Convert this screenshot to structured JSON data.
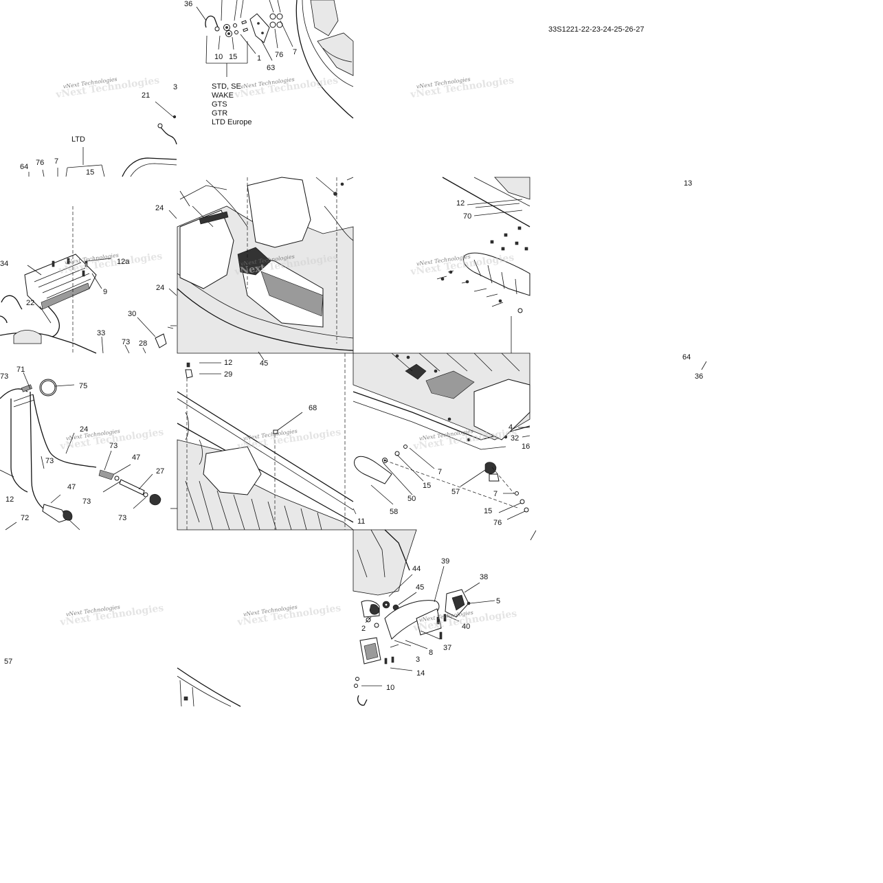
{
  "drawing_ref": "33S1221-22-23-24-25-26-27",
  "variant_notes": {
    "top_group": [
      "STD, SE",
      "WAKE",
      "GTS",
      "GTR",
      "LTD Europe"
    ],
    "ltd": "LTD"
  },
  "watermark": "vNext Technologies",
  "callouts": {
    "c36a": "36",
    "c10": "10",
    "c15a": "15",
    "c1": "1",
    "c63": "63",
    "c76a": "76",
    "c7a": "7",
    "c21": "21",
    "c3a": "3",
    "c64a": "64",
    "c76b": "76",
    "c7b": "7",
    "c15b": "15",
    "c13": "13",
    "c12a": "12",
    "c70": "70",
    "c24a": "24",
    "c34": "34",
    "c12b": "12a",
    "c9": "9",
    "c22": "22",
    "c24b": "24",
    "c30": "30",
    "c33": "33",
    "c73a": "73",
    "c28": "28",
    "c45a": "45",
    "c64b": "64",
    "c36b": "36",
    "c73b": "73",
    "c71": "71",
    "c75": "75",
    "c24c": "24",
    "c73c": "73",
    "c47a": "47",
    "c27": "27",
    "c73d": "73",
    "c47b": "47",
    "c73e": "73",
    "c73f": "73",
    "c12c": "12",
    "c72": "72",
    "c12d": "12",
    "c29": "29",
    "c68": "68",
    "c11": "11",
    "c4": "4",
    "c32": "32",
    "c16": "16",
    "c7c": "7",
    "c15c": "15",
    "c57a": "57",
    "c50": "50",
    "c58": "58",
    "c7d": "7",
    "c15d": "15",
    "c76c": "76",
    "c57b": "57",
    "c39": "39",
    "c44": "44",
    "c38": "38",
    "c45b": "45",
    "c5": "5",
    "c40": "40",
    "c2": "2",
    "c37": "37",
    "c8": "8",
    "c3b": "3",
    "c14": "14",
    "c10b": "10"
  }
}
